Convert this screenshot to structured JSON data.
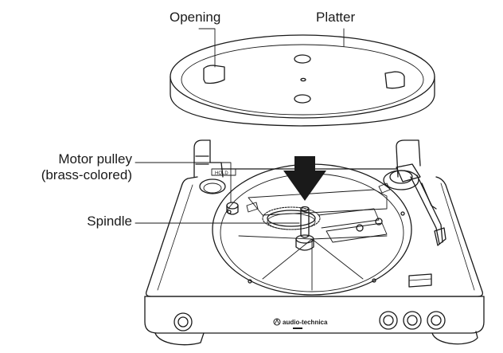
{
  "callouts": {
    "opening": "Opening",
    "platter": "Platter",
    "motor_pulley_line1": "Motor pulley",
    "motor_pulley_line2": "(brass-colored)",
    "spindle": "Spindle"
  },
  "brand_logo": "audio-technica",
  "colors": {
    "line": "#1a1a1a",
    "arrow": "#1a1a1a",
    "background": "#ffffff"
  }
}
